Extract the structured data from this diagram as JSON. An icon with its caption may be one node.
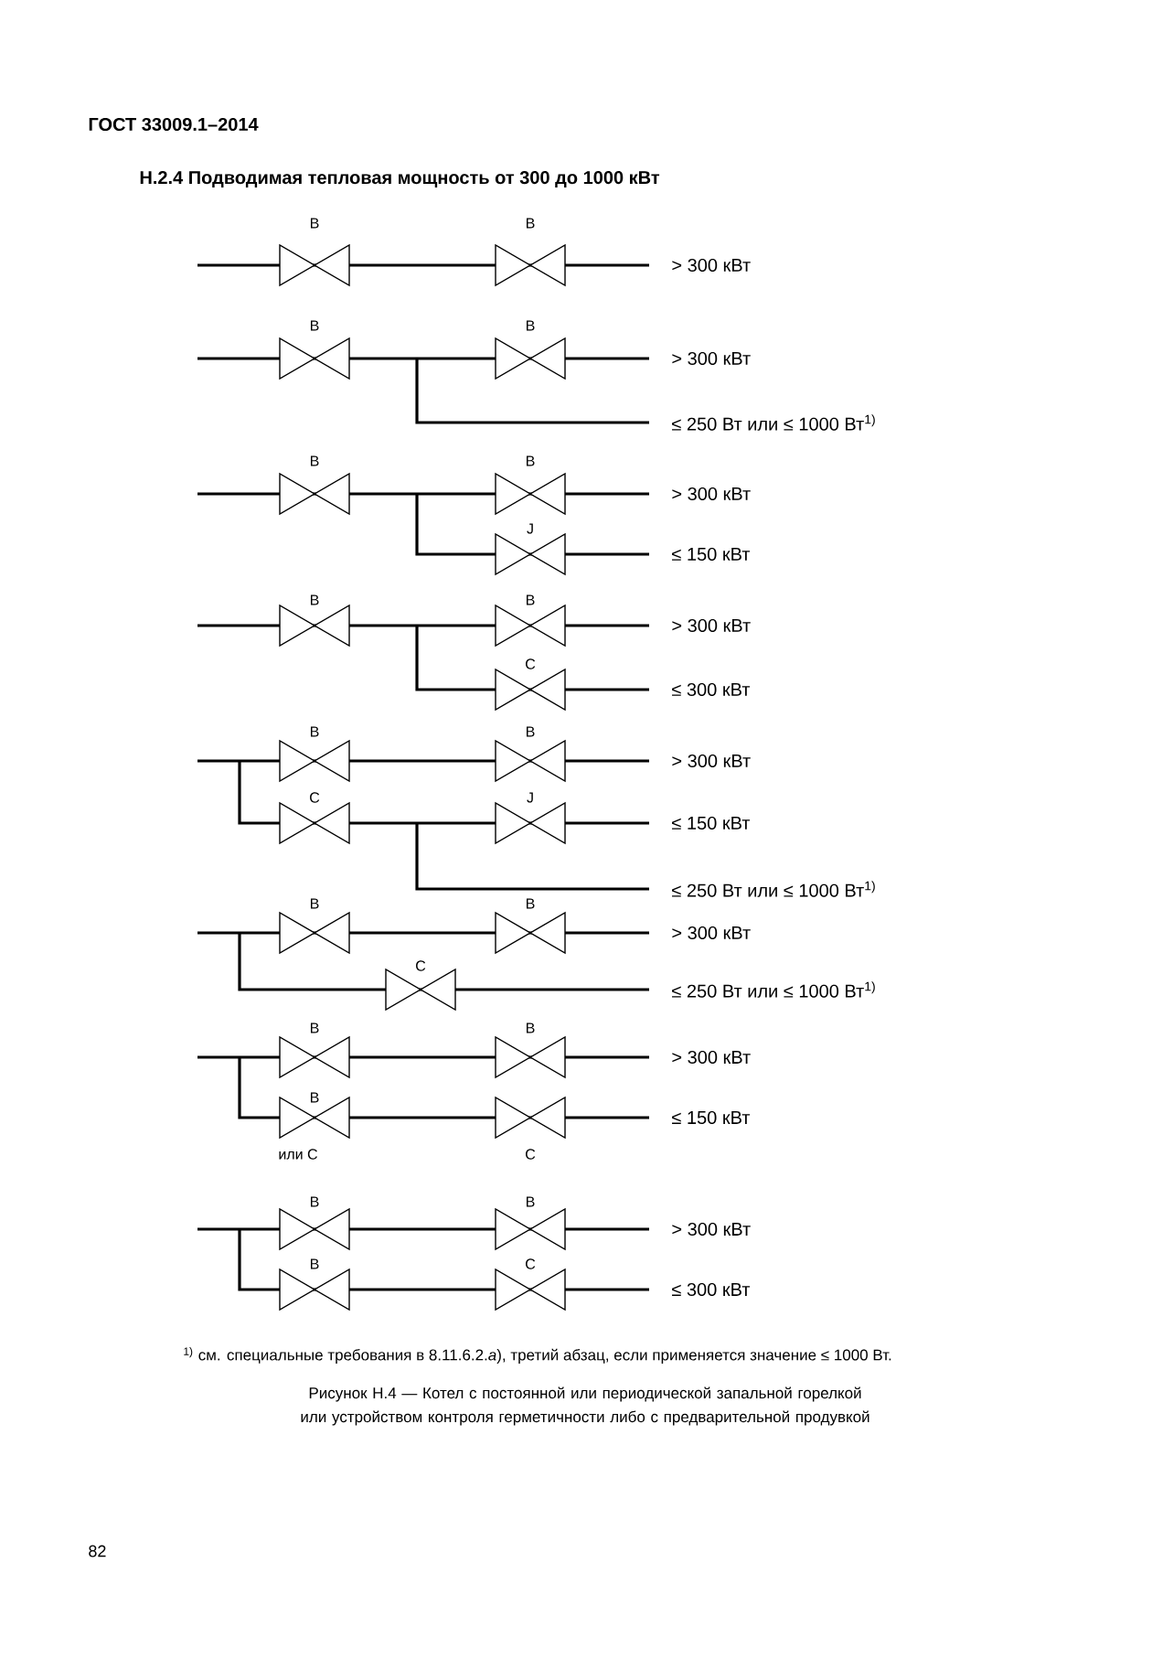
{
  "diagram": {
    "title": "Н.2.4 Подводимая тепловая мощность от 300 до 1000 кВт",
    "caption": "Рисунок Н.4 — Котел с постоянной или периодической запальной горелкой или устройством контроля герметичности либо с предварительной продувкой",
    "labels": [
      "ГОСТ 33009.1–2014",
      "В",
      "В",
      "> 300 кВт",
      "В",
      "В",
      "> 300 кВт",
      "≤ 250 Вт или ≤ 1000 Вт$^{1)}$",
      "В",
      "В",
      "> 300 кВт",
      "J",
      "≤ 150 кВт",
      "В",
      "В",
      "> 300 кВт",
      "С",
      "≤ 300 кВт",
      "В",
      "В",
      "> 300 кВт",
      "С",
      "J",
      "≤ 150 кВт",
      "≤ 250 Вт или ≤ 1000 Вт$^{1)}$",
      "В",
      "В",
      "> 300 кВт",
      "С",
      "≤ 250 Вт или ≤ 1000 Вт$^{1)}$",
      "В",
      "В",
      "> 300 кВт",
      "В",
      "≤ 150 кВт",
      "или С",
      "С",
      "В",
      "В",
      "> 300 кВт",
      "В",
      "С",
      "≤ 300 кВт",
      "$^{1)}$ см. специальные требования в 8.11.6.2.*а*), третий абзац, если применяется значение ≤ 1000 Вт.",
      "82"
    ]
  }
}
